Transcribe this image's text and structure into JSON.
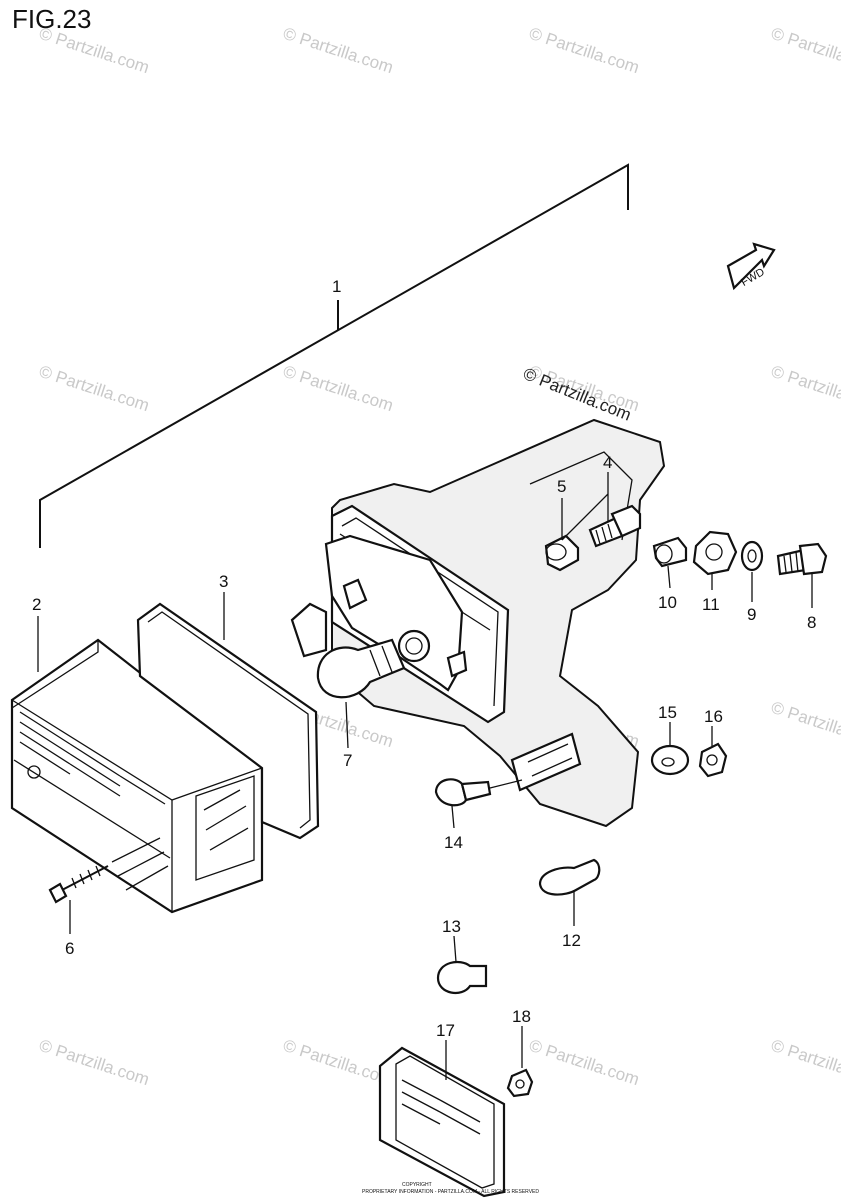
{
  "figure": {
    "title": "FIG.23",
    "brand_watermark": "© Partzilla.com",
    "repeat_watermark": "© Partzilla.com",
    "fwd_label": "FWD",
    "fine_print_1": "COPYRIGHT",
    "fine_print_2": "PROPRIETARY INFORMATION - PARTZILLA.COM - ALL RIGHTS RESERVED"
  },
  "callouts": [
    {
      "id": "1",
      "label": "1"
    },
    {
      "id": "2",
      "label": "2"
    },
    {
      "id": "3",
      "label": "3"
    },
    {
      "id": "4",
      "label": "4"
    },
    {
      "id": "5",
      "label": "5"
    },
    {
      "id": "6",
      "label": "6"
    },
    {
      "id": "7",
      "label": "7"
    },
    {
      "id": "8",
      "label": "8"
    },
    {
      "id": "9",
      "label": "9"
    },
    {
      "id": "10",
      "label": "10"
    },
    {
      "id": "11",
      "label": "11"
    },
    {
      "id": "12",
      "label": "12"
    },
    {
      "id": "13",
      "label": "13"
    },
    {
      "id": "14",
      "label": "14"
    },
    {
      "id": "15",
      "label": "15"
    },
    {
      "id": "16",
      "label": "16"
    },
    {
      "id": "17",
      "label": "17"
    },
    {
      "id": "18",
      "label": "18"
    }
  ]
}
